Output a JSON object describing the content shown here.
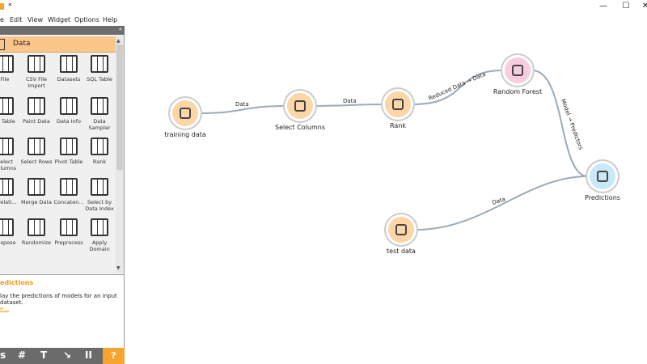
{
  "window": {
    "title": "*",
    "minimize": "—",
    "maximize": "☐",
    "close": "✕"
  },
  "menu": [
    "e",
    "Edit",
    "View",
    "Widget",
    "Options",
    "Help"
  ],
  "dock": {
    "collapse": "«",
    "category": "Data",
    "widgets": [
      {
        "label": "File",
        "icon": "file-icon"
      },
      {
        "label": "CSV File Import",
        "icon": "csv-icon"
      },
      {
        "label": "Datasets",
        "icon": "datasets-icon"
      },
      {
        "label": "SQL Table",
        "icon": "database-icon"
      },
      {
        "label": "ta Table",
        "icon": "table-icon"
      },
      {
        "label": "Paint Data",
        "icon": "paint-icon"
      },
      {
        "label": "Data Info",
        "icon": "info-icon"
      },
      {
        "label": "Data Sampler",
        "icon": "sampler-icon"
      },
      {
        "label": "Select Columns",
        "icon": "select-columns-icon"
      },
      {
        "label": "Select Rows",
        "icon": "select-rows-icon"
      },
      {
        "label": "Pivot Table",
        "icon": "pivot-icon"
      },
      {
        "label": "Rank",
        "icon": "rank-icon"
      },
      {
        "label": "orrelati...",
        "icon": "correlation-icon"
      },
      {
        "label": "Merge Data",
        "icon": "merge-icon"
      },
      {
        "label": "Concaten...",
        "icon": "concatenate-icon"
      },
      {
        "label": "Select by Data Index",
        "icon": "select-index-icon"
      },
      {
        "label": "anspose",
        "icon": "transpose-icon"
      },
      {
        "label": "Randomize",
        "icon": "randomize-icon"
      },
      {
        "label": "Preprocess",
        "icon": "preprocess-icon"
      },
      {
        "label": "Apply Domain",
        "icon": "apply-domain-icon"
      }
    ],
    "description": {
      "title": "edictions",
      "text": "lay the predictions of models for an input dataset.",
      "more": "e..."
    },
    "tools": [
      "s",
      "#",
      "T",
      "↘",
      "II",
      "?"
    ]
  },
  "canvas": {
    "nodes": [
      {
        "label": "training data",
        "color": "#fdd6a8"
      },
      {
        "label": "Select Columns",
        "color": "#fdd6a8"
      },
      {
        "label": "Rank",
        "color": "#fdd6a8"
      },
      {
        "label": "Random Forest",
        "color": "#f9cde0"
      },
      {
        "label": "Predictions",
        "color": "#c9e9f9"
      },
      {
        "label": "test data",
        "color": "#fdd6a8"
      }
    ],
    "links": [
      "Data",
      "Data",
      "Reduced Data → Data",
      "Model → Predictors",
      "Data"
    ]
  }
}
